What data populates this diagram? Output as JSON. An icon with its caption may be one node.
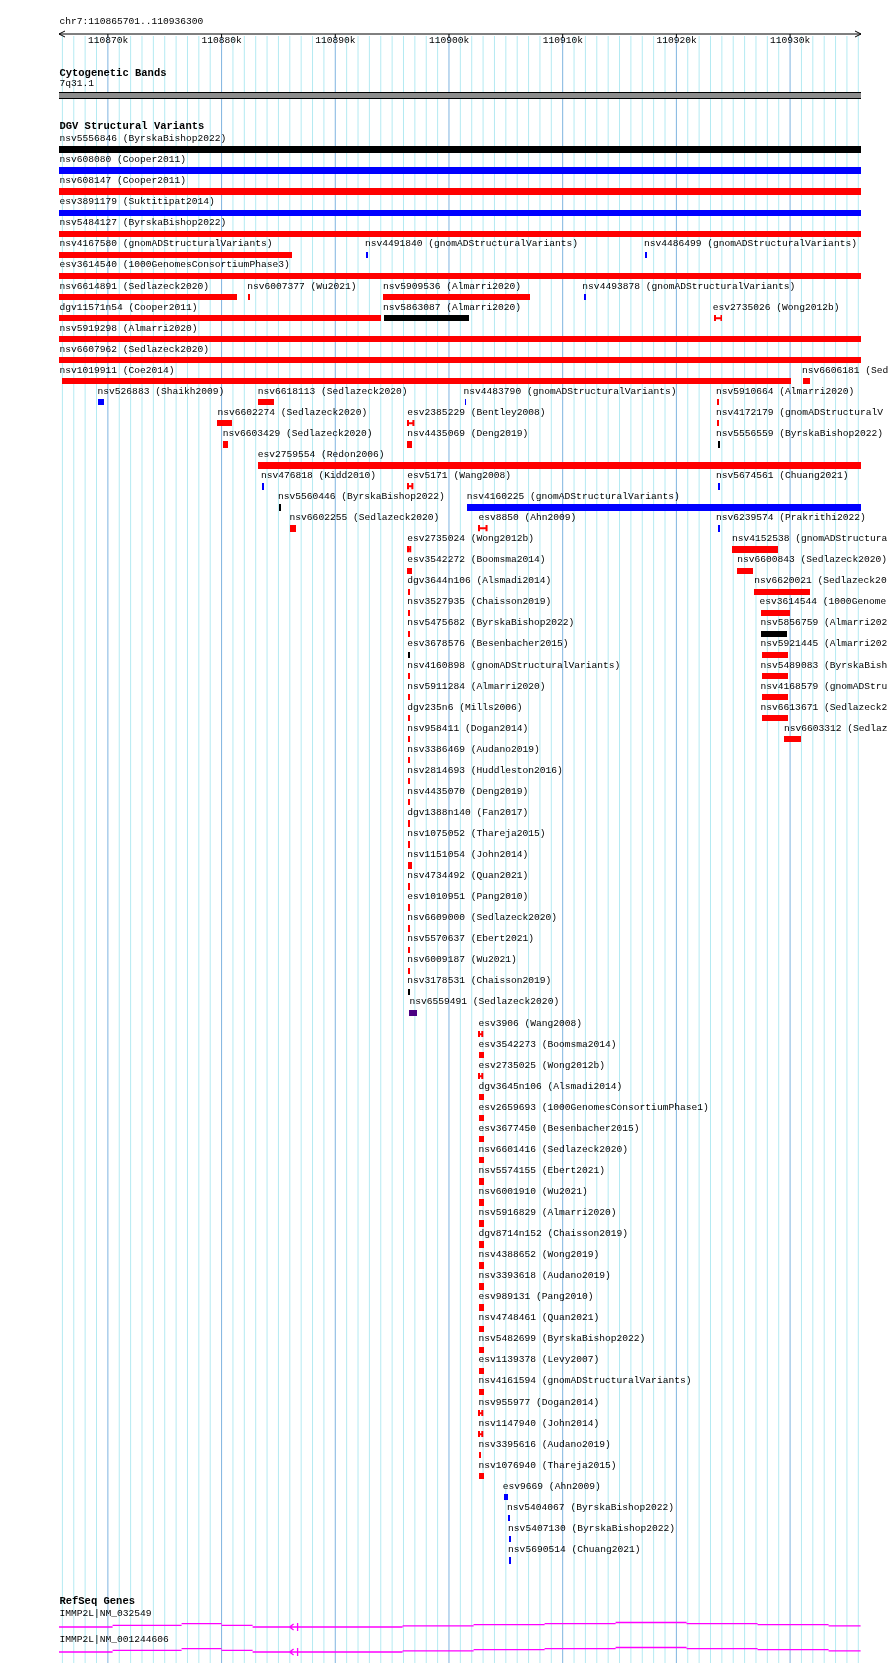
{
  "diagram": {
    "nodes": [
      {
        "text": [
          "7q31.1"
        ]
      },
      {
        "text": [
          "nsv5556846 (ByrskaBishop2022)"
        ]
      },
      {
        "text": [
          "nsv608080 (Cooper2011)"
        ]
      },
      {
        "text": [
          "nsv608147 (Cooper2011)"
        ]
      },
      {
        "text": [
          "esv3891179 (Suktitipat2014)"
        ]
      },
      {
        "text": [
          "nsv5484127 (ByrskaBishop2022)"
        ]
      },
      {
        "text": [
          "nsv4167580 (gnomADStructuralVariants)"
        ]
      },
      {
        "text": [
          "nsv4491840 (gnomADStructuralVariants)"
        ]
      },
      {
        "text": [
          "nsv4486499 (gnomADStructuralVariants)"
        ]
      },
      {
        "text": [
          "esv3614540 (1000GenomesConsortiumPhase3)"
        ]
      },
      {
        "text": [
          "nsv6614891 (Sedlazeck2020)"
        ]
      },
      {
        "text": [
          "nsv6007377 (Wu2021)"
        ]
      },
      {
        "text": [
          "nsv5909536 (Almarri2020)"
        ]
      },
      {
        "text": [
          "nsv4493878 (gnomADStructuralVariants)"
        ]
      },
      {
        "text": [
          "dgv11571n54 (Cooper2011)"
        ]
      },
      {
        "text": [
          "nsv5863087 (Almarri2020)"
        ]
      },
      {
        "text": [
          "esv2735026 (Wong2012b)"
        ]
      },
      {
        "text": [
          "nsv5919298 (Almarri2020)"
        ]
      },
      {
        "text": [
          "nsv6607962 (Sedlazeck2020)"
        ]
      },
      {
        "text": [
          "nsv1019911 (Coe2014)"
        ]
      },
      {
        "text": [
          "nsv6606181 (Sed"
        ]
      },
      {
        "text": [
          "nsv526883 (Shaikh2009)"
        ]
      },
      {
        "text": [
          "nsv6618113 (Sedlazeck2020)"
        ]
      },
      {
        "text": [
          "nsv4483790 (gnomADStructuralVariants)"
        ]
      },
      {
        "text": [
          "nsv5910664 (Almarri2020)"
        ]
      },
      {
        "text": [
          "nsv6602274 (Sedlazeck2020)"
        ]
      },
      {
        "text": [
          "esv2385229 (Bentley2008)"
        ]
      },
      {
        "text": [
          "nsv4172179 (gnomADStructuralV"
        ]
      },
      {
        "text": [
          "nsv6603429 (Sedlazeck2020)"
        ]
      },
      {
        "text": [
          "nsv4435069 (Deng2019)"
        ]
      },
      {
        "text": [
          "nsv5556559 (ByrskaBishop2022)"
        ]
      },
      {
        "text": [
          "esv2759554 (Redon2006)"
        ]
      },
      {
        "text": [
          "nsv476818 (Kidd2010)"
        ]
      },
      {
        "text": [
          "esv5171 (Wang2008)"
        ]
      },
      {
        "text": [
          "nsv5674561 (Chuang2021)"
        ]
      },
      {
        "text": [
          "nsv5560446 (ByrskaBishop2022)"
        ]
      },
      {
        "text": [
          "nsv4160225 (gnomADStructuralVariants)"
        ]
      },
      {
        "text": [
          "nsv6602255 (Sedlazeck2020)"
        ]
      },
      {
        "text": [
          "esv8850 (Ahn2009)"
        ]
      },
      {
        "text": [
          "nsv6239574 (Prakrithi2022)"
        ]
      },
      {
        "text": [
          "esv2735024 (Wong2012b)"
        ]
      },
      {
        "text": [
          "nsv4152538 (gnomADStructura"
        ]
      },
      {
        "text": [
          "esv3542272 (Boomsma2014)"
        ]
      },
      {
        "text": [
          "nsv6600843 (Sedlazeck2020)"
        ]
      },
      {
        "text": [
          "dgv3644n106 (Alsmadi2014)"
        ]
      },
      {
        "text": [
          "nsv6620021 (Sedlazeck20"
        ]
      },
      {
        "text": [
          "nsv3527935 (Chaisson2019)"
        ]
      },
      {
        "text": [
          "esv3614544 (1000Genome"
        ]
      },
      {
        "text": [
          "nsv5475682 (ByrskaBishop2022)"
        ]
      },
      {
        "text": [
          "nsv5856759 (Almarri202"
        ]
      },
      {
        "text": [
          "esv3678576 (Besenbacher2015)"
        ]
      },
      {
        "text": [
          "nsv5921445 (Almarri202"
        ]
      },
      {
        "text": [
          "nsv4160898 (gnomADStructuralVariants)"
        ]
      },
      {
        "text": [
          "nsv5489083 (ByrskaBish"
        ]
      },
      {
        "text": [
          "nsv5911284 (Almarri2020)"
        ]
      },
      {
        "text": [
          "nsv4168579 (gnomADStru"
        ]
      },
      {
        "text": [
          "dgv235n6 (Mills2006)"
        ]
      },
      {
        "text": [
          "nsv6613671 (Sedlazeck2"
        ]
      },
      {
        "text": [
          "nsv958411 (Dogan2014)"
        ]
      },
      {
        "text": [
          "nsv6603312 (Sedlaz"
        ]
      },
      {
        "text": [
          "nsv3386469 (Audano2019)"
        ]
      },
      {
        "text": [
          "nsv2814693 (Huddleston2016)"
        ]
      },
      {
        "text": [
          "nsv4435070 (Deng2019)"
        ]
      },
      {
        "text": [
          "dgv1388n140 (Fan2017)"
        ]
      },
      {
        "text": [
          "nsv1075052 (Thareja2015)"
        ]
      },
      {
        "text": [
          "nsv1151054 (John2014)"
        ]
      },
      {
        "text": [
          "nsv4734492 (Quan2021)"
        ]
      },
      {
        "text": [
          "esv1010951 (Pang2010)"
        ]
      },
      {
        "text": [
          "nsv6609000 (Sedlazeck2020)"
        ]
      },
      {
        "text": [
          "nsv5570637 (Ebert2021)"
        ]
      },
      {
        "text": [
          "nsv6009187 (Wu2021)"
        ]
      },
      {
        "text": [
          "nsv3178531 (Chaisson2019)"
        ]
      },
      {
        "text": [
          "nsv6559491 (Sedlazeck2020)"
        ]
      },
      {
        "text": [
          "esv3906 (Wang2008)"
        ]
      },
      {
        "text": [
          "esv3542273 (Boomsma2014)"
        ]
      },
      {
        "text": [
          "esv2735025 (Wong2012b)"
        ]
      },
      {
        "text": [
          "dgv3645n106 (Alsmadi2014)"
        ]
      },
      {
        "text": [
          "esv2659693 (1000GenomesConsortiumPhase1)"
        ]
      },
      {
        "text": [
          "esv3677450 (Besenbacher2015)"
        ]
      },
      {
        "text": [
          "nsv6601416 (Sedlazeck2020)"
        ]
      },
      {
        "text": [
          "nsv5574155 (Ebert2021)"
        ]
      },
      {
        "text": [
          "nsv6001910 (Wu2021)"
        ]
      },
      {
        "text": [
          "nsv5916829 (Almarri2020)"
        ]
      },
      {
        "text": [
          "dgv8714n152 (Chaisson2019)"
        ]
      },
      {
        "text": [
          "nsv4388652 (Wong2019)"
        ]
      },
      {
        "text": [
          "nsv3393618 (Audano2019)"
        ]
      },
      {
        "text": [
          "esv989131 (Pang2010)"
        ]
      },
      {
        "text": [
          "nsv4748461 (Quan2021)"
        ]
      },
      {
        "text": [
          "nsv5482699 (ByrskaBishop2022)"
        ]
      },
      {
        "text": [
          "esv1139378 (Levy2007)"
        ]
      },
      {
        "text": [
          "nsv4161594 (gnomADStructuralVariants)"
        ]
      },
      {
        "text": [
          "nsv955977 (Dogan2014)"
        ]
      },
      {
        "text": [
          "nsv1147940 (John2014)"
        ]
      },
      {
        "text": [
          "nsv3395616 (Audano2019)"
        ]
      },
      {
        "text": [
          "nsv1076940 (Thareja2015)"
        ]
      },
      {
        "text": [
          "esv9669 (Ahn2009)"
        ]
      },
      {
        "text": [
          "nsv5404067 (ByrskaBishop2022)"
        ]
      },
      {
        "text": [
          "nsv5407130 (ByrskaBishop2022)"
        ]
      },
      {
        "text": [
          "nsv5690514 (Chuang2021)"
        ]
      },
      {
        "text": [
          "IMMP2L|NM_032549"
        ]
      },
      {
        "text": [
          "IMMP2L|NM_001244606"
        ]
      }
    ],
    "labels": [
      "chr7:110865701..110936300",
      "110870k",
      "110880k",
      "110890k",
      "110900k",
      "110910k",
      "110920k",
      "110930k",
      "Cytogenetic Bands",
      "DGV Structural Variants",
      "RefSeq Genes"
    ]
  }
}
